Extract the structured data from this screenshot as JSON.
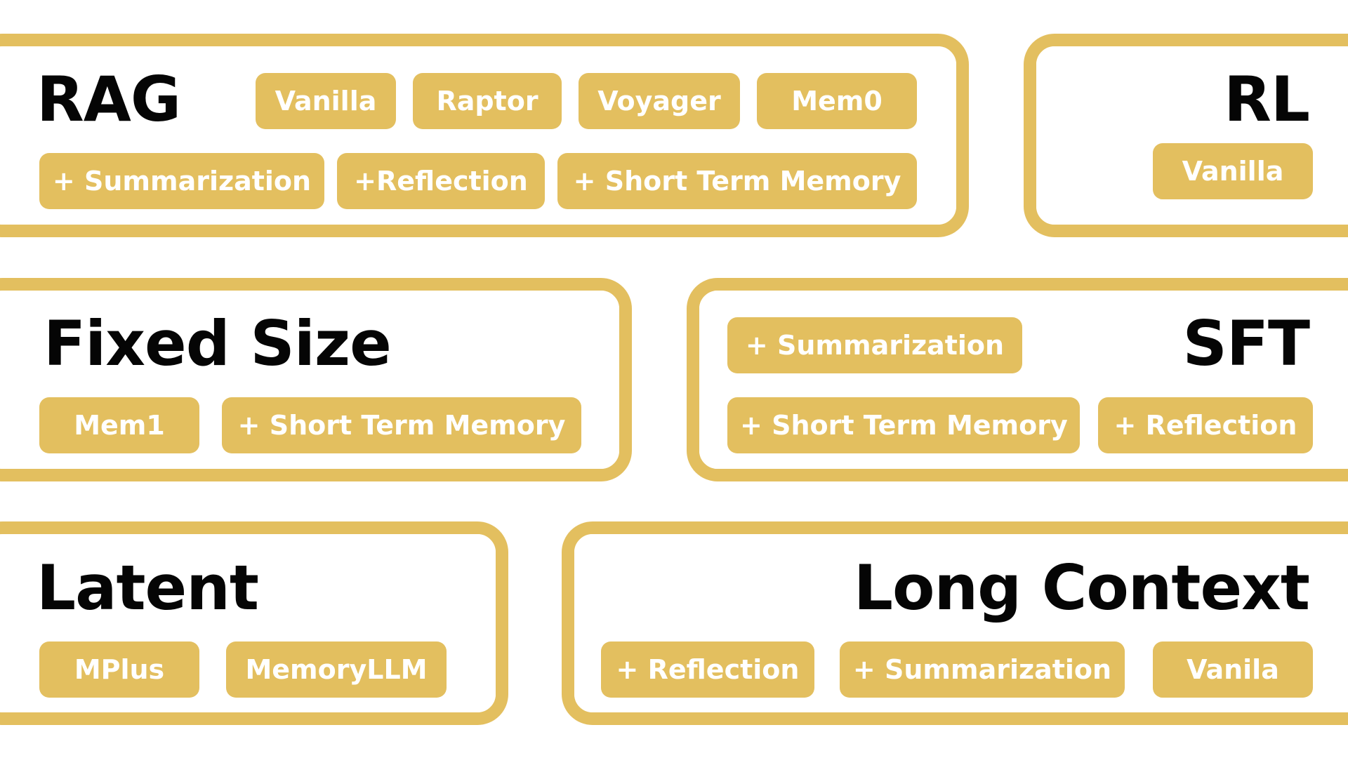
{
  "panels": {
    "rag": {
      "title": "RAG",
      "chips": [
        "Vanilla",
        "Raptor",
        "Voyager",
        "Mem0",
        "+ Summarization",
        "+Reflection",
        "+ Short Term Memory"
      ]
    },
    "rl": {
      "title": "RL",
      "chips": [
        "Vanilla"
      ]
    },
    "fixed_size": {
      "title": "Fixed Size",
      "chips": [
        "Mem1",
        "+ Short Term Memory"
      ]
    },
    "sft": {
      "title": "SFT",
      "chips": [
        "+ Summarization",
        "+ Short Term Memory",
        "+ Reflection"
      ]
    },
    "latent": {
      "title": "Latent",
      "chips": [
        "MPlus",
        "MemoryLLM"
      ]
    },
    "long_context": {
      "title": "Long Context",
      "chips": [
        "+ Reflection",
        "+ Summarization",
        "Vanila"
      ]
    }
  },
  "colors": {
    "accent": "#e3bf5f",
    "chip_text": "#ffffff",
    "title_text": "#050505",
    "background": "#ffffff"
  }
}
